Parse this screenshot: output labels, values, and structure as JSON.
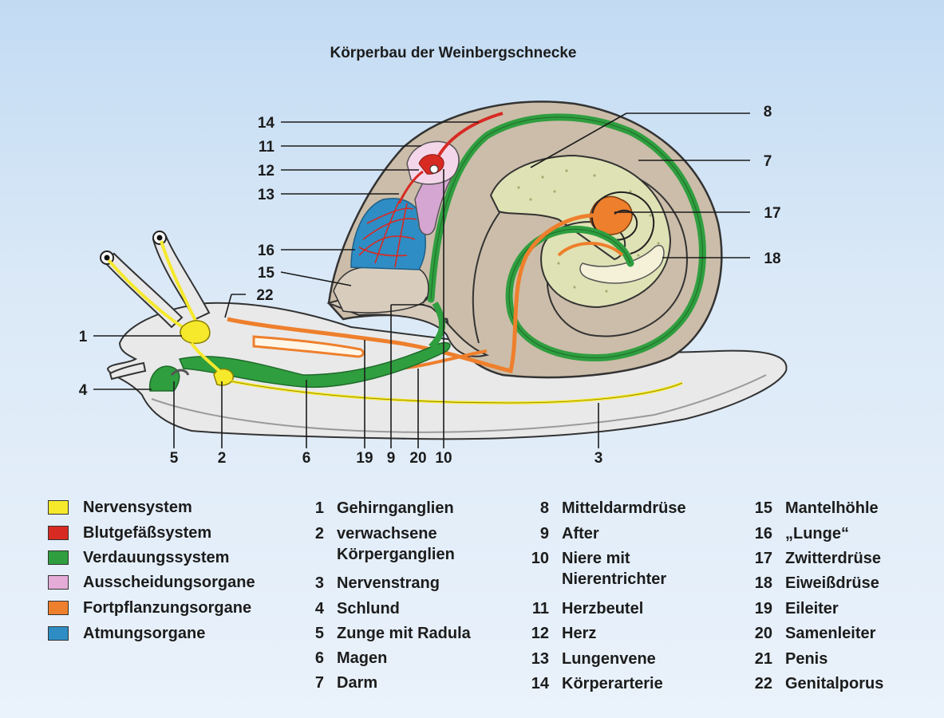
{
  "title": "Körperbau der Weinbergschnecke",
  "colors": {
    "nerve": "#f6e92c",
    "blood": "#d72a23",
    "digest": "#2f9e3f",
    "excretion": "#e5acd8",
    "reproduction": "#ee7f2c",
    "respiration": "#2e8dc4",
    "shell": "#cbbda9",
    "body": "#e9e9e9",
    "gland": "#dfe2b4"
  },
  "legend": [
    {
      "label": "Nervensystem",
      "color": "#f6e92c"
    },
    {
      "label": "Blutgefäßsystem",
      "color": "#d72a23"
    },
    {
      "label": "Verdauungssystem",
      "color": "#2f9e3f"
    },
    {
      "label": "Ausscheidungsorgane",
      "color": "#e5acd8"
    },
    {
      "label": "Fortpflanzungsorgane",
      "color": "#ee7f2c"
    },
    {
      "label": "Atmungsorgane",
      "color": "#2e8dc4"
    }
  ],
  "diagram_labels": {
    "n1": "1",
    "n2": "2",
    "n3": "3",
    "n4": "4",
    "n5": "5",
    "n6": "6",
    "n7": "7",
    "n8": "8",
    "n9": "9",
    "n10": "10",
    "n11": "11",
    "n12": "12",
    "n13": "13",
    "n14": "14",
    "n15": "15",
    "n16": "16",
    "n17": "17",
    "n18": "18",
    "n19": "19",
    "n20": "20",
    "n22": "22"
  },
  "key": {
    "col1": [
      {
        "num": "1",
        "label": "Gehirnganglien"
      },
      {
        "num": "2",
        "label": "verwachsene",
        "label2": "Körperganglien"
      },
      {
        "num": "3",
        "label": "Nervenstrang"
      },
      {
        "num": "4",
        "label": "Schlund"
      },
      {
        "num": "5",
        "label": "Zunge mit Radula"
      },
      {
        "num": "6",
        "label": "Magen"
      },
      {
        "num": "7",
        "label": "Darm"
      }
    ],
    "col2": [
      {
        "num": "8",
        "label": "Mitteldarmdrüse"
      },
      {
        "num": "9",
        "label": "After"
      },
      {
        "num": "10",
        "label": "Niere mit",
        "label2": "Nierentrichter"
      },
      {
        "num": "11",
        "label": "Herzbeutel"
      },
      {
        "num": "12",
        "label": "Herz"
      },
      {
        "num": "13",
        "label": "Lungenvene"
      },
      {
        "num": "14",
        "label": "Körperarterie"
      }
    ],
    "col3": [
      {
        "num": "15",
        "label": "Mantelhöhle"
      },
      {
        "num": "16",
        "label": "„Lunge“"
      },
      {
        "num": "17",
        "label": "Zwitterdrüse"
      },
      {
        "num": "18",
        "label": "Eiweißdrüse"
      },
      {
        "num": "19",
        "label": "Eileiter"
      },
      {
        "num": "20",
        "label": "Samenleiter"
      },
      {
        "num": "21",
        "label": "Penis"
      },
      {
        "num": "22",
        "label": "Genitalporus"
      }
    ]
  }
}
